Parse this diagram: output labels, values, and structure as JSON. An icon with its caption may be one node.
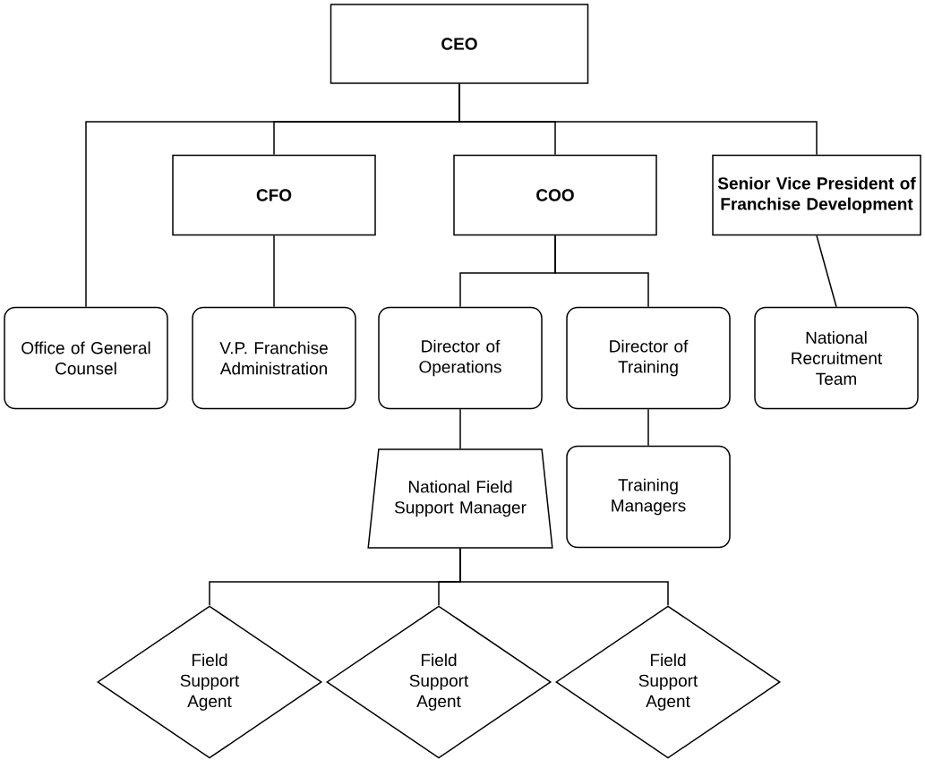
{
  "diagram": {
    "nodes": [
      {
        "text": [
          "CEO"
        ]
      },
      {
        "text": [
          "CFO"
        ]
      },
      {
        "text": [
          "COO"
        ]
      },
      {
        "text": [
          "Senior Vice President of Franchise Development"
        ]
      },
      {
        "text": [
          "Office of General Counsel"
        ]
      },
      {
        "text": [
          "V.P. Franchise Administration"
        ]
      },
      {
        "text": [
          "Director of Operations"
        ]
      },
      {
        "text": [
          "Director of Training"
        ]
      },
      {
        "text": [
          "National Recruitment Team"
        ]
      },
      {
        "text": [
          "National Field Support Manager"
        ]
      },
      {
        "text": [
          "Training Managers"
        ]
      },
      {
        "text": [
          "Field Support Agent"
        ]
      },
      {
        "text": [
          "Field Support Agent"
        ]
      },
      {
        "text": [
          "Field Support Agent"
        ]
      }
    ],
    "edges": [
      {
        "from": 0,
        "to": 4,
        "arrow": "none"
      },
      {
        "from": 0,
        "to": 1,
        "arrow": "none"
      },
      {
        "from": 0,
        "to": 2,
        "arrow": "none"
      },
      {
        "from": 0,
        "to": 3,
        "arrow": "none"
      },
      {
        "from": 1,
        "to": 5,
        "arrow": "none"
      },
      {
        "from": 2,
        "to": 6,
        "arrow": "none"
      },
      {
        "from": 2,
        "to": 7,
        "arrow": "none"
      },
      {
        "from": 3,
        "to": 8,
        "arrow": "none"
      },
      {
        "from": 6,
        "to": 9,
        "arrow": "none"
      },
      {
        "from": 7,
        "to": 10,
        "arrow": "none"
      },
      {
        "from": 9,
        "to": 11,
        "arrow": "none"
      },
      {
        "from": 9,
        "to": 12,
        "arrow": "none"
      },
      {
        "from": 9,
        "to": 13,
        "arrow": "none"
      }
    ]
  }
}
